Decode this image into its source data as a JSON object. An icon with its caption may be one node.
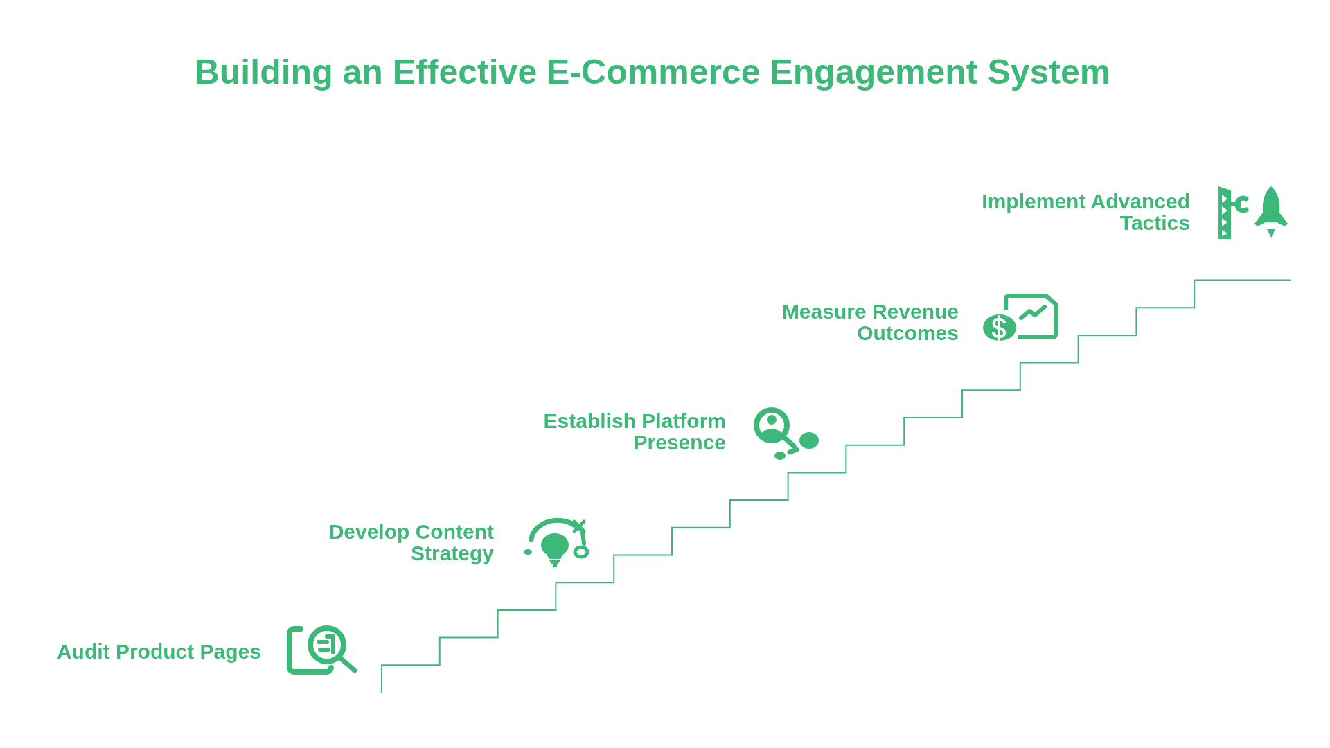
{
  "diagram": {
    "title": "Building an Effective E-Commerce Engagement System",
    "labels": [
      "Audit Product Pages",
      "Develop Content Strategy",
      "Establish Platform Presence",
      "Measure Revenue Outcomes",
      "Implement Advanced Tactics"
    ]
  }
}
